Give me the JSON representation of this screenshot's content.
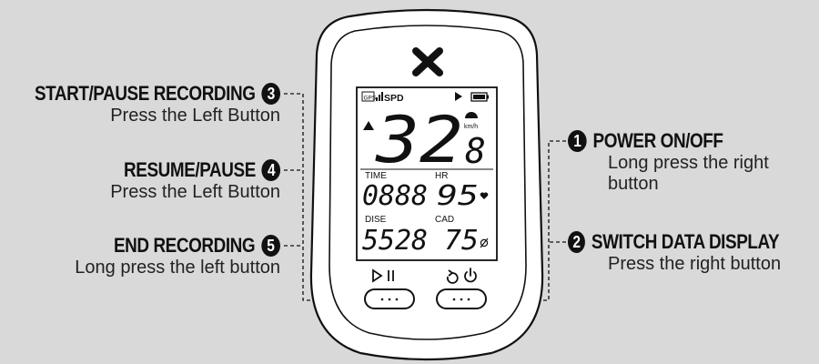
{
  "device": {
    "lcd": {
      "status_gps": "GPS",
      "status_sensor": "SPD",
      "speed": "32",
      "speed_decimal": "8",
      "speed_unit": "km/h",
      "field1_label": "TIME",
      "field1_value": "0888",
      "field2_label": "HR",
      "field2_value": "95",
      "field3_label": "DISE",
      "field3_value": "5528",
      "field4_label": "CAD",
      "field4_value": "75"
    },
    "left_button_icon": "play-pause-icon",
    "right_button_icon": "refresh-power-icon"
  },
  "callouts": [
    {
      "number": "3",
      "title": "START/PAUSE RECORDING",
      "description": "Press the Left Button",
      "side": "left"
    },
    {
      "number": "4",
      "title": "RESUME/PAUSE",
      "description": "Press the Left Button",
      "side": "left"
    },
    {
      "number": "5",
      "title": "END RECORDING",
      "description": "Long press the left button",
      "side": "left"
    },
    {
      "number": "1",
      "title": "POWER ON/OFF",
      "description": "Long press the right button",
      "side": "right"
    },
    {
      "number": "2",
      "title": "SWITCH DATA DISPLAY",
      "description": "Press the right button",
      "side": "right"
    }
  ],
  "colors": {
    "background": "#d9d9d9",
    "device": "#ffffff",
    "outline": "#111111"
  }
}
